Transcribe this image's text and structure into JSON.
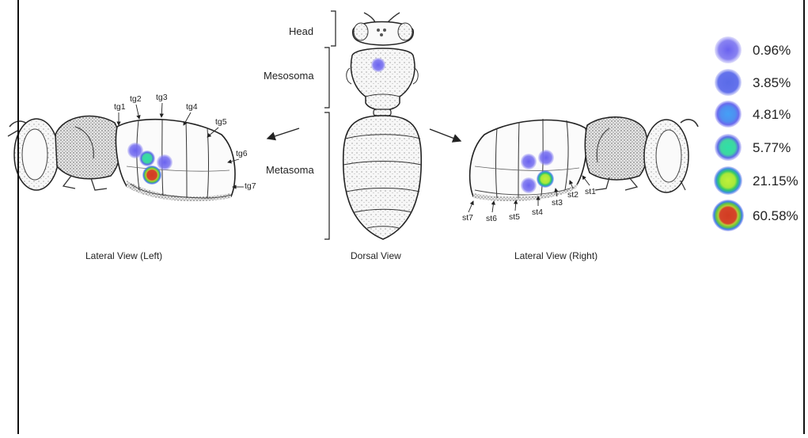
{
  "regions": {
    "head": "Head",
    "mesosoma": "Mesosoma",
    "metasoma": "Metasoma"
  },
  "captions": {
    "left": "Lateral View (Left)",
    "dorsal": "Dorsal View",
    "right": "Lateral View (Right)"
  },
  "tergites": [
    "tg1",
    "tg2",
    "tg3",
    "tg4",
    "tg5",
    "tg6",
    "tg7"
  ],
  "sternites": [
    "st7",
    "st6",
    "st5",
    "st4",
    "st3",
    "st2",
    "st1"
  ],
  "legend": [
    {
      "label": "0.96%",
      "color": "#7a72ee",
      "ring": ""
    },
    {
      "label": "3.85%",
      "color": "#6474ec",
      "ring": ""
    },
    {
      "label": "4.81%",
      "color": "#4f8ff0",
      "ring": "#6a6aee"
    },
    {
      "label": "5.77%",
      "color": "#3fd6a0",
      "ring": "#5b6ae6"
    },
    {
      "label": "21.15%",
      "color": "#a8e83a",
      "ring": "#2fc86a"
    },
    {
      "label": "60.58%",
      "color": "#d5452a",
      "ring": "#62c83c"
    }
  ]
}
